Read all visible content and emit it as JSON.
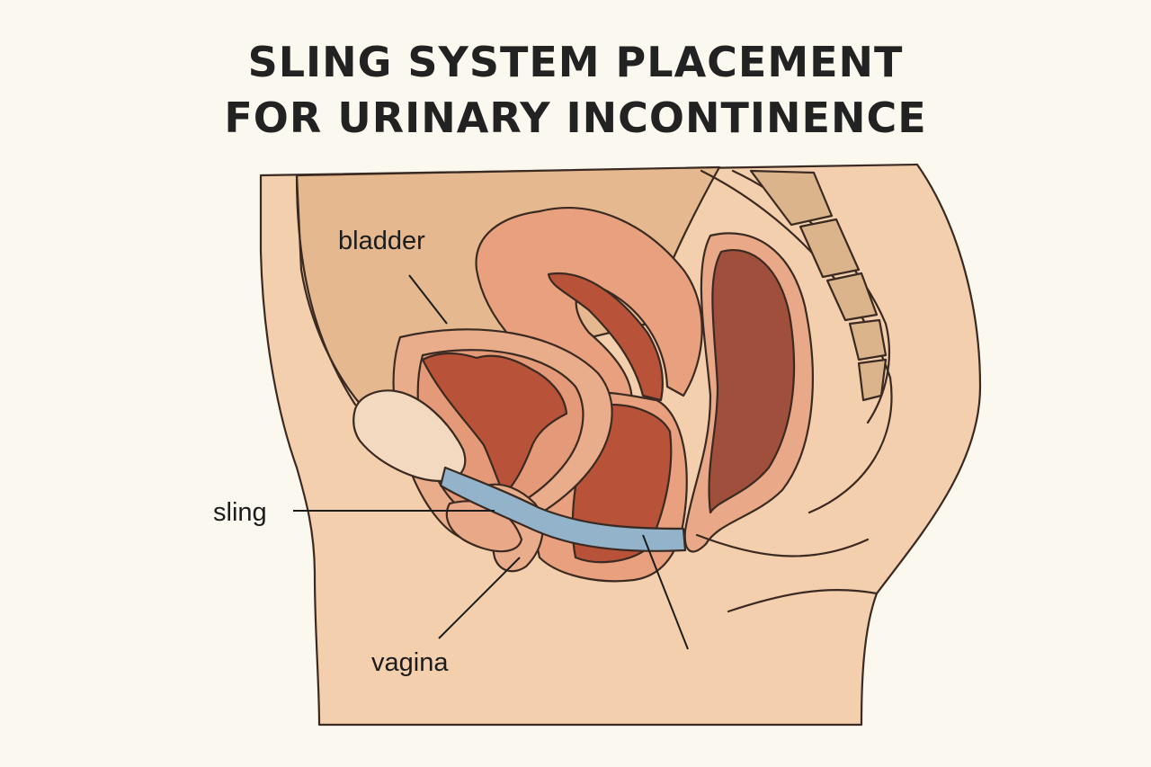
{
  "title": {
    "line1": "SLING SYSTEM PLACEMENT",
    "line2": "FOR URINARY INCONTINENCE"
  },
  "labels": {
    "bladder": "bladder",
    "sling": "sling",
    "vagina": "vagina"
  },
  "colors": {
    "background": "#fbf8ef",
    "skin": "#f3cfae",
    "abdomen": "#e5b88f",
    "bladder": "#e9ad8b",
    "uterus": "#e9a07f",
    "rectum": "#a14f3d",
    "tissue_dark": "#b8533a",
    "sling": "#92b3c9",
    "bone": "#dcb48c",
    "outline": "#3a2a22"
  }
}
